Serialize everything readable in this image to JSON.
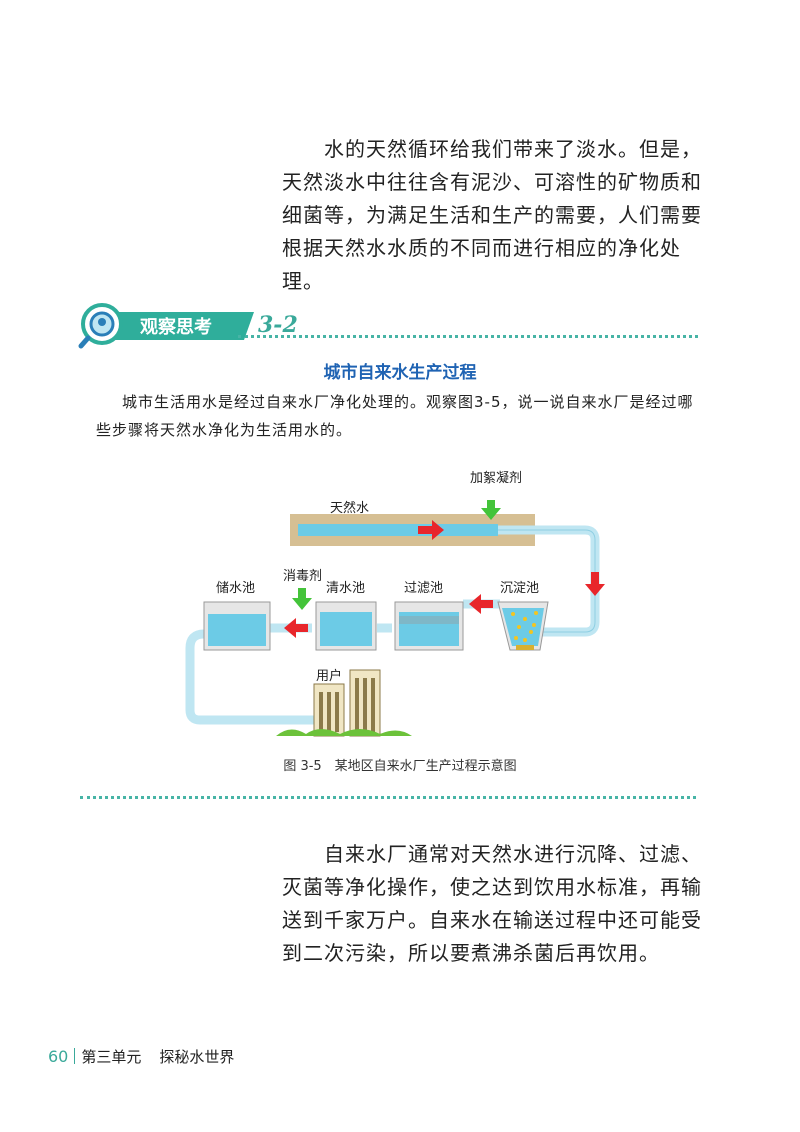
{
  "intro_paragraph": "水的天然循环给我们带来了淡水。但是，天然淡水中往往含有泥沙、可溶性的矿物质和细菌等，为满足生活和生产的需要，人们需要根据天然水水质的不同而进行相应的净化处理。",
  "activity": {
    "badge_label": "观察思考",
    "number": "3-2",
    "title": "城市自来水生产过程",
    "question": "城市生活用水是经过自来水厂净化处理的。观察图3-5，说一说自来水厂是经过哪些步骤将天然水净化为生活用水的。"
  },
  "diagram": {
    "labels": {
      "coagulant": "加絮凝剂",
      "natural_water": "天然水",
      "disinfectant": "消毒剂",
      "storage_tank": "储水池",
      "clear_tank": "清水池",
      "filter_tank": "过滤池",
      "sedimentation_tank": "沉淀池",
      "users": "用户"
    },
    "caption": "图 3-5　某地区自来水厂生产过程示意图",
    "colors": {
      "pipe": "#bfe6f2",
      "water": "#6ccbe6",
      "arrow": "#e8262b",
      "input_arrow": "#44c43a",
      "ground": "#d6bf93"
    }
  },
  "conclusion_paragraph": "自来水厂通常对天然水进行沉降、过滤、灭菌等净化操作，使之达到饮用水标准，再输送到千家万户。自来水在输送过程中还可能受到二次污染，所以要煮沸杀菌后再饮用。",
  "footer": {
    "page_number": "60",
    "unit": "第三单元",
    "unit_title": "探秘水世界"
  }
}
